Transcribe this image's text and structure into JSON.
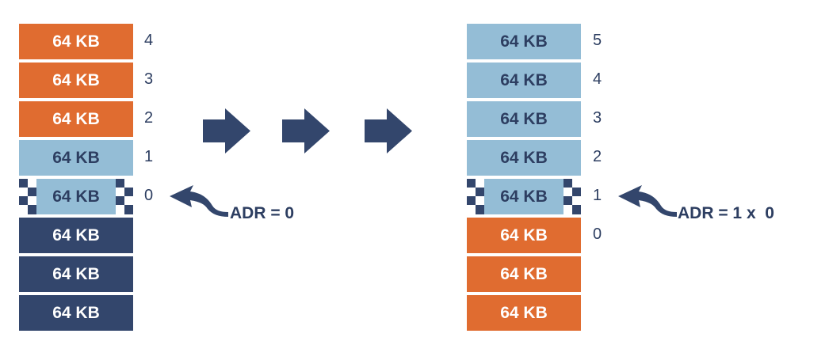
{
  "colors": {
    "orange": "#e06c30",
    "light_blue": "#94bdd6",
    "dark_blue": "#33466c",
    "text_dark": "#2d3e61"
  },
  "left_stack": {
    "blocks": [
      {
        "label": "64 KB",
        "style": "orange",
        "index": "4"
      },
      {
        "label": "64 KB",
        "style": "orange",
        "index": "3"
      },
      {
        "label": "64 KB",
        "style": "orange",
        "index": "2"
      },
      {
        "label": "64 KB",
        "style": "light",
        "index": "1"
      },
      {
        "label": "64 KB",
        "style": "active",
        "index": "0"
      },
      {
        "label": "64 KB",
        "style": "dark",
        "index": ""
      },
      {
        "label": "64 KB",
        "style": "dark",
        "index": ""
      },
      {
        "label": "64 KB",
        "style": "dark",
        "index": ""
      }
    ],
    "pointer_label": "ADR = 0"
  },
  "right_stack": {
    "blocks": [
      {
        "label": "64 KB",
        "style": "light",
        "index": "5"
      },
      {
        "label": "64 KB",
        "style": "light",
        "index": "4"
      },
      {
        "label": "64 KB",
        "style": "light",
        "index": "3"
      },
      {
        "label": "64 KB",
        "style": "light",
        "index": "2"
      },
      {
        "label": "64 KB",
        "style": "active",
        "index": "1"
      },
      {
        "label": "64 KB",
        "style": "orange",
        "index": "0"
      },
      {
        "label": "64 KB",
        "style": "orange",
        "index": ""
      },
      {
        "label": "64 KB",
        "style": "orange",
        "index": ""
      }
    ],
    "pointer_label": "ADR = 1 x  0"
  },
  "transition_arrows": [
    "right-arrow-icon",
    "right-arrow-icon",
    "right-arrow-icon"
  ]
}
